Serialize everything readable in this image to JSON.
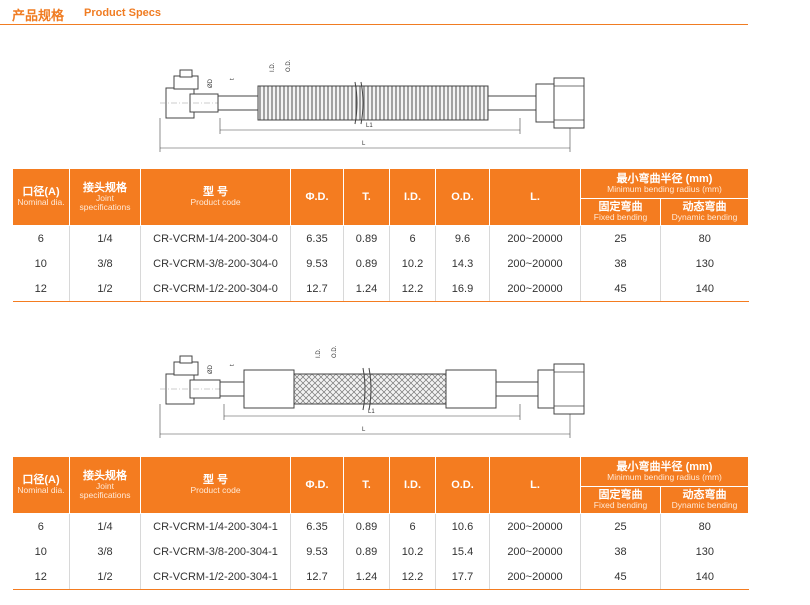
{
  "header": {
    "title_cn": "产品规格",
    "title_en": "Product Specs"
  },
  "labels": {
    "od": "ØD",
    "t": "t",
    "id": "I.D.",
    "odd": "O.D.",
    "l1": "L1",
    "l": "L"
  },
  "columns": {
    "nominal_cn": "口径(A)",
    "nominal_en": "Nominal dia.",
    "joint_cn": "接头规格",
    "joint_en": "Joint specifications",
    "code_cn": "型 号",
    "code_en": "Product code",
    "od": "Φ.D.",
    "t": "T.",
    "id": "I.D.",
    "odd": "O.D.",
    "length": "L.",
    "radius_cn": "最小弯曲半径 (mm)",
    "radius_en": "Minimum bending radius (mm)",
    "fixed_cn": "固定弯曲",
    "fixed_en": "Fixed bending",
    "dynamic_cn": "动态弯曲",
    "dynamic_en": "Dynamic bending"
  },
  "table1": {
    "rows": [
      [
        "6",
        "1/4",
        "CR-VCRM-1/4-200-304-0",
        "6.35",
        "0.89",
        "6",
        "9.6",
        "200~20000",
        "25",
        "80"
      ],
      [
        "10",
        "3/8",
        "CR-VCRM-3/8-200-304-0",
        "9.53",
        "0.89",
        "10.2",
        "14.3",
        "200~20000",
        "38",
        "130"
      ],
      [
        "12",
        "1/2",
        "CR-VCRM-1/2-200-304-0",
        "12.7",
        "1.24",
        "12.2",
        "16.9",
        "200~20000",
        "45",
        "140"
      ]
    ]
  },
  "table2": {
    "rows": [
      [
        "6",
        "1/4",
        "CR-VCRM-1/4-200-304-1",
        "6.35",
        "0.89",
        "6",
        "10.6",
        "200~20000",
        "25",
        "80"
      ],
      [
        "10",
        "3/8",
        "CR-VCRM-3/8-200-304-1",
        "9.53",
        "0.89",
        "10.2",
        "15.4",
        "200~20000",
        "38",
        "130"
      ],
      [
        "12",
        "1/2",
        "CR-VCRM-1/2-200-304-1",
        "12.7",
        "1.24",
        "12.2",
        "17.7",
        "200~20000",
        "45",
        "140"
      ]
    ]
  },
  "colors": {
    "accent": "#f47c20"
  }
}
